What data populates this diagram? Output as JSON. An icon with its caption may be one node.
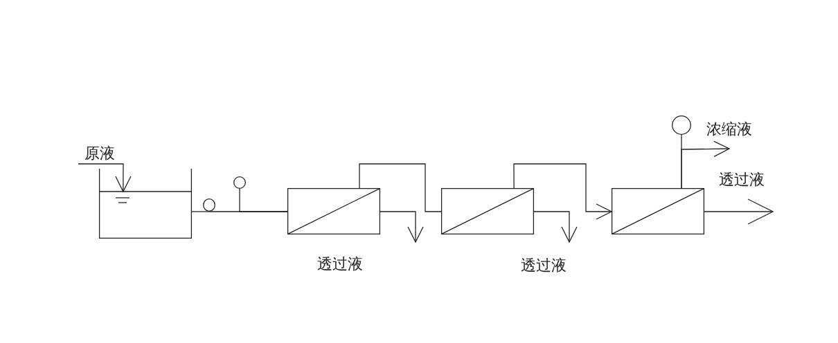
{
  "diagram": {
    "nodes": [
      {
        "text": [
          "原液"
        ]
      },
      {
        "text": [],
        "shape": "tank"
      },
      {
        "text": [],
        "shape": "circle"
      },
      {
        "text": [],
        "shape": "circle"
      },
      {
        "text": [],
        "shape": "box"
      },
      {
        "text": [],
        "shape": "box"
      },
      {
        "text": [],
        "shape": "box"
      },
      {
        "text": [],
        "shape": "circle"
      },
      {
        "text": [
          "浓缩液"
        ]
      },
      {
        "text": [
          "透过液"
        ]
      }
    ],
    "edges": [
      {
        "from": 0,
        "to": 1,
        "arrow": "to"
      },
      {
        "from": 1,
        "to": 2,
        "arrow": "none"
      },
      {
        "from": 2,
        "to": 4,
        "arrow": "none"
      },
      {
        "from": 3,
        "to": 4,
        "arrow": "none"
      },
      {
        "from": 4,
        "to": null,
        "arrow": "to"
      },
      {
        "from": 4,
        "to": 5,
        "arrow": "none"
      },
      {
        "from": 5,
        "to": null,
        "arrow": "to"
      },
      {
        "from": 5,
        "to": 6,
        "arrow": "to"
      },
      {
        "from": 6,
        "to": 7,
        "arrow": "none"
      },
      {
        "from": 6,
        "to": 8,
        "arrow": "to"
      },
      {
        "from": 6,
        "to": 9,
        "arrow": "to"
      }
    ],
    "labels": [
      "透过液",
      "透过液"
    ]
  }
}
